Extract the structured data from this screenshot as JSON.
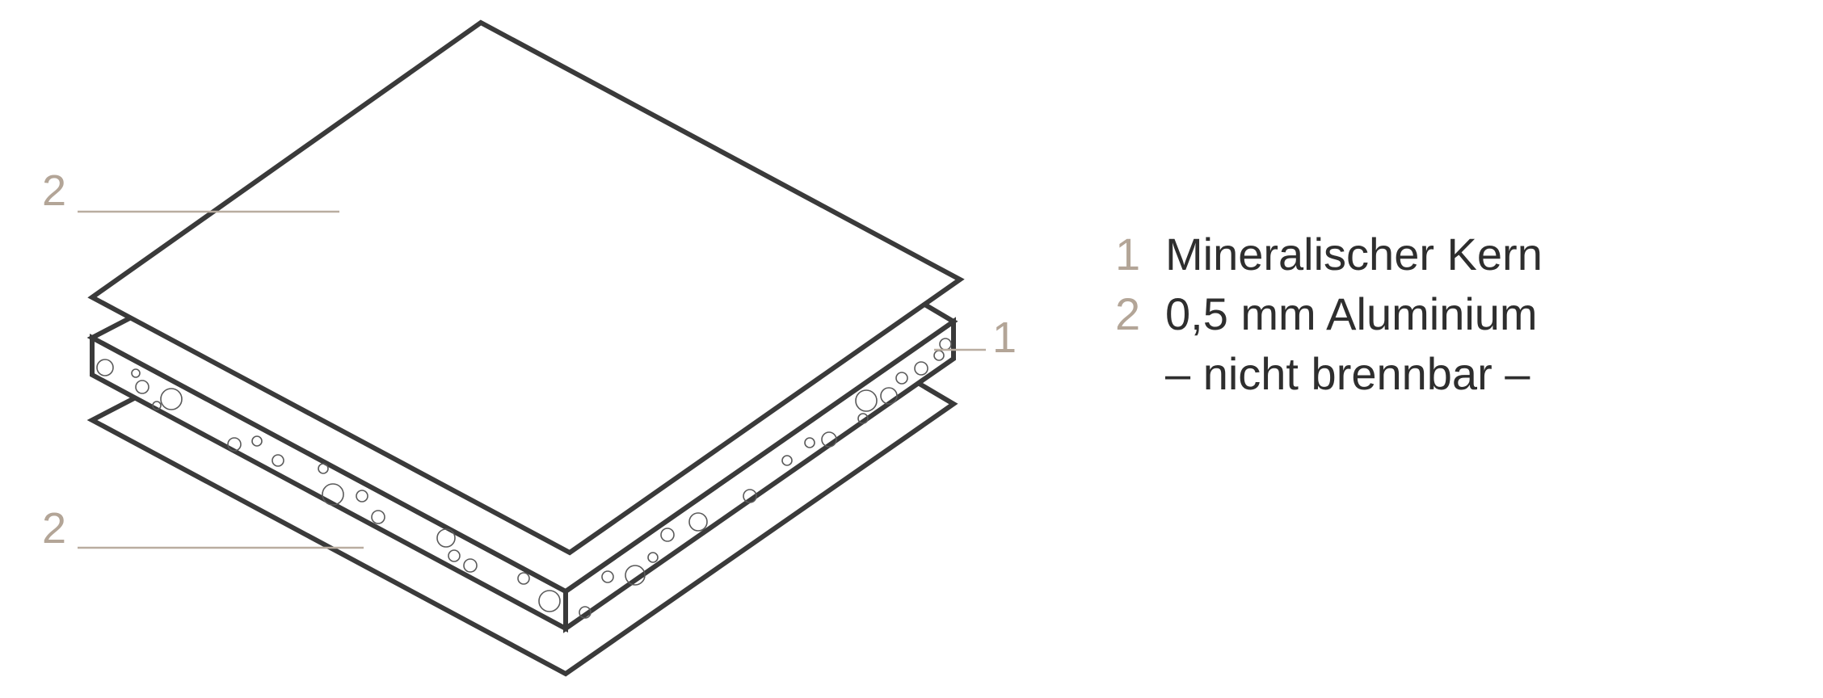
{
  "callouts": {
    "top_sheet": "2",
    "core": "1",
    "bottom_sheet": "2"
  },
  "legend": {
    "items": [
      {
        "num": "1",
        "text": "Mineralischer Kern"
      },
      {
        "num": "2",
        "text": "0,5 mm Aluminium"
      }
    ],
    "note": "– nicht brennbar –"
  },
  "colors": {
    "outline": "#3a3a3a",
    "accent": "#b3a597",
    "text": "#2e2e2e"
  }
}
